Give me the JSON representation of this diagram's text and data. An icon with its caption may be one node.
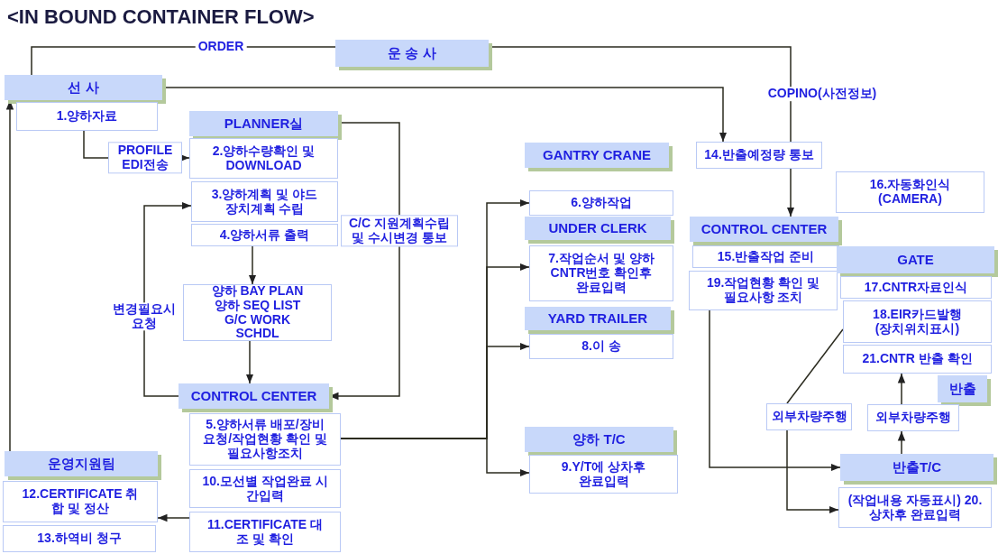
{
  "diagram": {
    "title": "<IN BOUND CONTAINER FLOW>",
    "nodes": [
      {
        "text": [
          "선 사"
        ]
      },
      {
        "text": [
          "1.양하자료"
        ]
      },
      {
        "text": [
          "운 송 사"
        ]
      },
      {
        "text": [
          "PLANNER실"
        ]
      },
      {
        "text": [
          "2.양하수량확인 및 DOWNLOAD"
        ]
      },
      {
        "text": [
          "3.양하계획 및 야드 장치계획 수립"
        ]
      },
      {
        "text": [
          "4.양하서류 출력"
        ]
      },
      {
        "text": [
          "양하 BAY PLAN 양하 SEQ LIST G/C WORK SCHDL"
        ]
      },
      {
        "text": [
          "CONTROL CENTER"
        ]
      },
      {
        "text": [
          "5.양하서류 배포/장비요청/작업현황 확인 및 필요사항조치"
        ]
      },
      {
        "text": [
          "10.모선별 작업완료 시간입력"
        ]
      },
      {
        "text": [
          "11.CERTIFICATE 대조 및 확인"
        ]
      },
      {
        "text": [
          "운영지원팀"
        ]
      },
      {
        "text": [
          "12.CERTIFICATE 취합 및 정산"
        ]
      },
      {
        "text": [
          "13.하역비 청구"
        ]
      },
      {
        "text": [
          "GANTRY CRANE"
        ]
      },
      {
        "text": [
          "6.양하작업"
        ]
      },
      {
        "text": [
          "UNDER CLERK"
        ]
      },
      {
        "text": [
          "7.작업순서 및 양하 CNTR번호 확인후 완료입력"
        ]
      },
      {
        "text": [
          "YARD TRAILER"
        ]
      },
      {
        "text": [
          "8.이 송"
        ]
      },
      {
        "text": [
          "양하 T/C"
        ]
      },
      {
        "text": [
          "9.Y/T에 상차후 완료입력"
        ]
      },
      {
        "text": [
          "14.반출예정량 통보"
        ]
      },
      {
        "text": [
          "16.자동화인식 (CAMERA)"
        ]
      },
      {
        "text": [
          "CONTROL CENTER"
        ]
      },
      {
        "text": [
          "15.반출작업 준비"
        ]
      },
      {
        "text": [
          "19.작업현황 확인 및 필요사항 조치"
        ]
      },
      {
        "text": [
          "GATE"
        ]
      },
      {
        "text": [
          "17.CNTR자료인식"
        ]
      },
      {
        "text": [
          "18.EIR카드발행 (장치위치표시)"
        ]
      },
      {
        "text": [
          "21.CNTR 반출 확인"
        ]
      },
      {
        "text": [
          "반출"
        ]
      },
      {
        "text": [
          "외부차량주행"
        ]
      },
      {
        "text": [
          "외부차량주행"
        ]
      },
      {
        "text": [
          "반출T/C"
        ]
      },
      {
        "text": [
          "(작업내용 자동표시) 20.상차후 완료입력"
        ]
      }
    ],
    "edges": [
      {
        "from": 0,
        "to": 2,
        "arrow": "none",
        "label": "ORDER"
      },
      {
        "from": 2,
        "to": 23,
        "arrow": "none",
        "label": "COPINO(사전정보)"
      },
      {
        "from": 0,
        "to": 23,
        "arrow": "to"
      },
      {
        "from": 1,
        "to": 4,
        "arrow": "to",
        "label": "PROFILE EDI전송"
      },
      {
        "from": 3,
        "to": 8,
        "arrow": "to",
        "label": "C/C 지원계획수립 및 수시변경 통보"
      },
      {
        "from": 8,
        "to": 5,
        "arrow": "to",
        "label": "변경필요시 요청"
      },
      {
        "from": 6,
        "to": 7,
        "arrow": "to"
      },
      {
        "from": 7,
        "to": 8,
        "arrow": "to"
      },
      {
        "from": 9,
        "to": 16,
        "arrow": "to"
      },
      {
        "from": 9,
        "to": 18,
        "arrow": "to"
      },
      {
        "from": 9,
        "to": 20,
        "arrow": "to"
      },
      {
        "from": 9,
        "to": 22,
        "arrow": "to"
      },
      {
        "from": 11,
        "to": 13,
        "arrow": "to"
      },
      {
        "from": 12,
        "to": 0,
        "arrow": "to"
      },
      {
        "from": 23,
        "to": 25,
        "arrow": "to"
      },
      {
        "from": 27,
        "to": 35,
        "arrow": "to"
      },
      {
        "from": 33,
        "to": 30,
        "arrow": "none"
      },
      {
        "from": 33,
        "to": 36,
        "arrow": "to"
      },
      {
        "from": 35,
        "to": 34,
        "arrow": "to"
      },
      {
        "from": 34,
        "to": 31,
        "arrow": "to"
      }
    ]
  }
}
